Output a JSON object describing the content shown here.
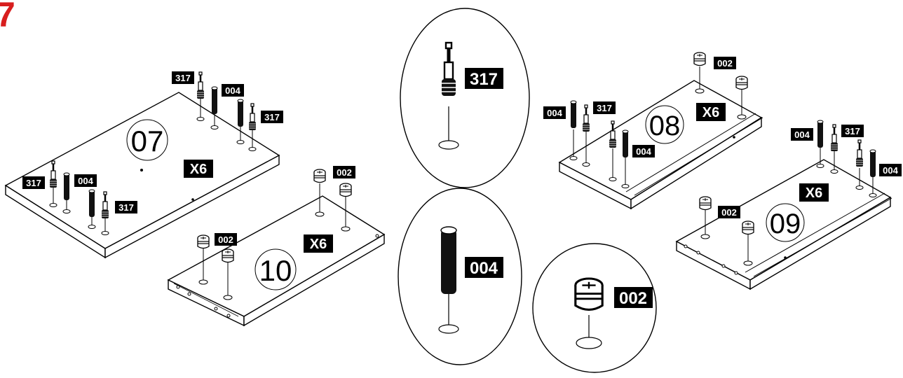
{
  "step": {
    "label": "7",
    "color": "#d81e1e"
  },
  "panels": {
    "p07": {
      "number": "07",
      "qty": "X6"
    },
    "p08": {
      "number": "08",
      "qty": "X6"
    },
    "p09": {
      "number": "09",
      "qty": "X6"
    },
    "p10": {
      "number": "10",
      "qty": "X6"
    }
  },
  "parts": {
    "p317": {
      "code": "317",
      "icon": "cam-bolt-icon"
    },
    "p004": {
      "code": "004",
      "icon": "wood-dowel-icon"
    },
    "p002": {
      "code": "002",
      "icon": "cam-lock-nut-icon"
    }
  },
  "details": {
    "d317": {
      "code": "317"
    },
    "d004": {
      "code": "004"
    },
    "d002": {
      "code": "002"
    }
  },
  "colors": {
    "label_bg": "#000000",
    "label_fg": "#ffffff",
    "line": "#000000"
  }
}
